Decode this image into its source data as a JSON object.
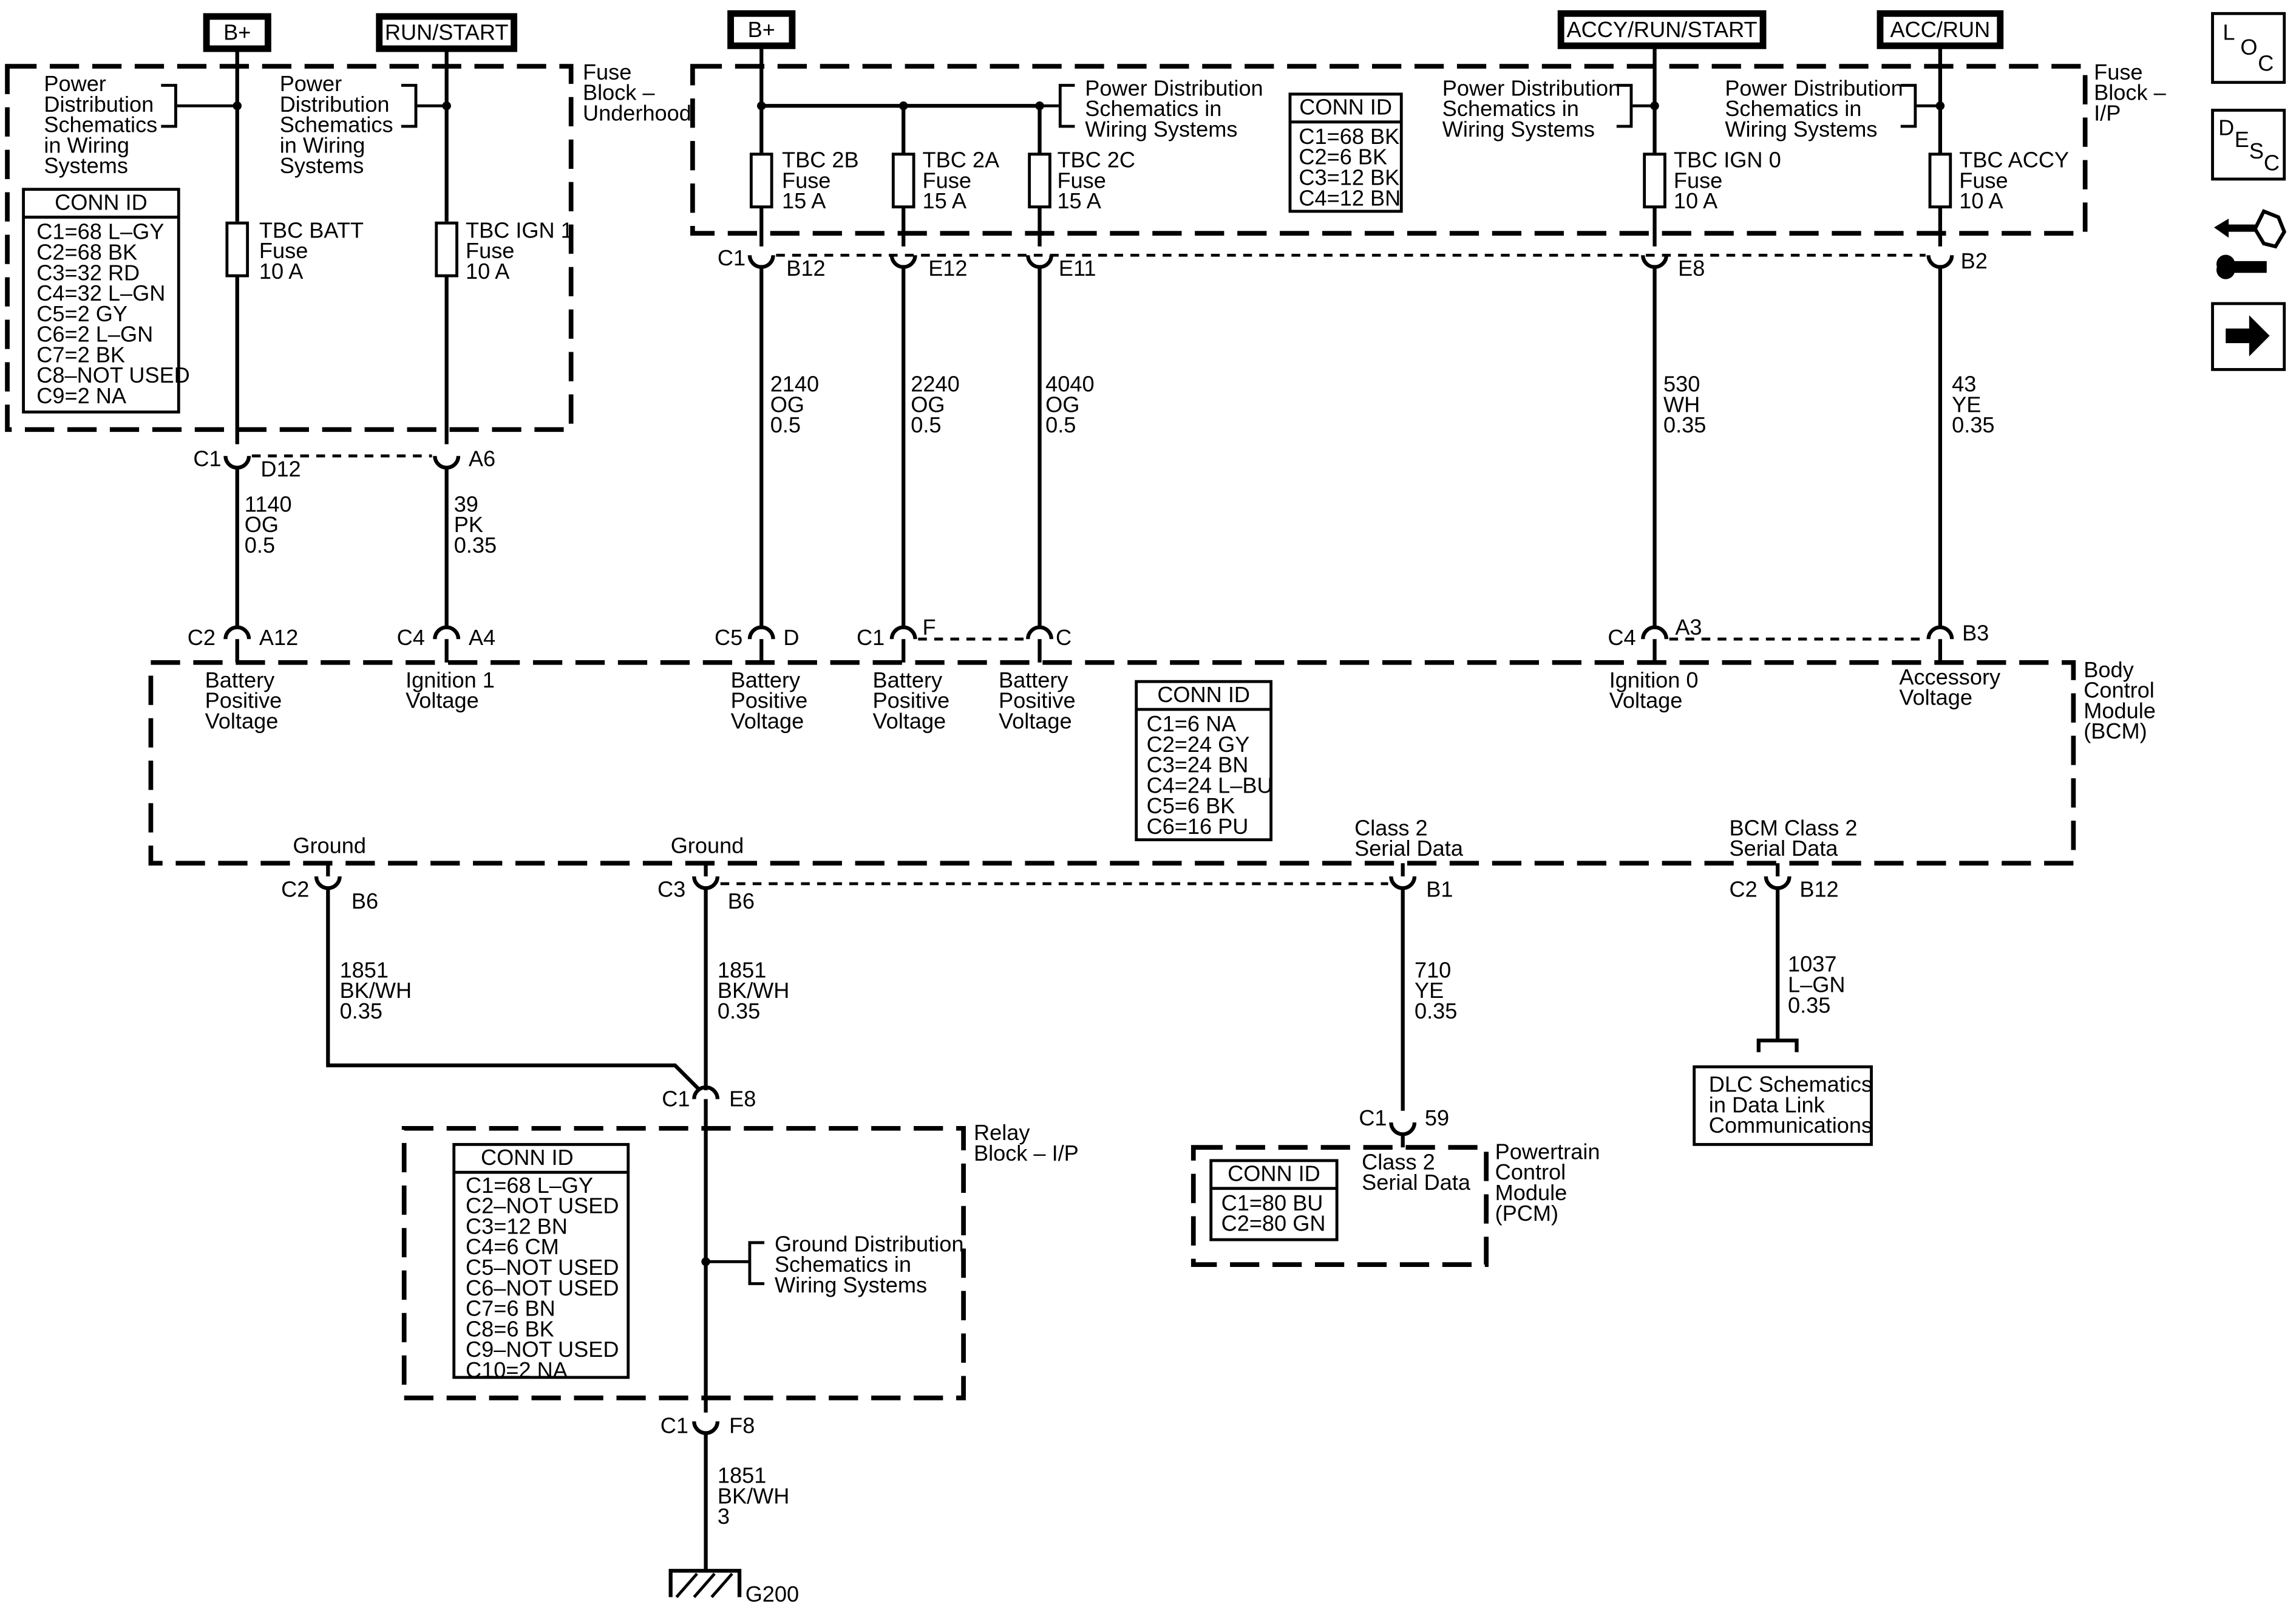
{
  "supply_tags": {
    "bplus_underhood": "B+",
    "run_start": "RUN/START",
    "bplus_ip": "B+",
    "accy_run_start": "ACCY/RUN/START",
    "acc_run": "ACC/RUN"
  },
  "fuse_block_underhood": {
    "label": [
      "Fuse",
      "Block –",
      "Underhood"
    ],
    "pds_left": [
      "Power",
      "Distribution",
      "Schematics",
      "in Wiring",
      "Systems"
    ],
    "pds_right": [
      "Power",
      "Distribution",
      "Schematics",
      "in Wiring",
      "Systems"
    ],
    "fuse_batt": [
      "TBC BATT",
      "Fuse",
      "10 A"
    ],
    "fuse_ign1": [
      "TBC IGN 1",
      "Fuse",
      "10 A"
    ],
    "conn_title": "CONN ID",
    "conn": [
      "C1=68 L–GY",
      "C2=68 BK",
      "C3=32 RD",
      "C4=32 L–GN",
      "C5=2 GY",
      "C6=2 L–GN",
      "C7=2 BK",
      "C8–NOT USED",
      "C9=2 NA"
    ]
  },
  "fuse_block_ip": {
    "label": [
      "Fuse",
      "Block –",
      "I/P"
    ],
    "pds_a": [
      "Power Distribution",
      "Schematics in",
      "Wiring Systems"
    ],
    "pds_b": [
      "Power Distribution",
      "Schematics in",
      "Wiring Systems"
    ],
    "pds_c": [
      "Power Distribution",
      "Schematics in",
      "Wiring Systems"
    ],
    "fuse_2b": [
      "TBC 2B",
      "Fuse",
      "15 A"
    ],
    "fuse_2a": [
      "TBC 2A",
      "Fuse",
      "15 A"
    ],
    "fuse_2c": [
      "TBC 2C",
      "Fuse",
      "15 A"
    ],
    "fuse_ign0": [
      "TBC IGN 0",
      "Fuse",
      "10 A"
    ],
    "fuse_accy": [
      "TBC ACCY",
      "Fuse",
      "10 A"
    ],
    "conn_title": "CONN ID",
    "conn": [
      "C1=68 BK",
      "C2=6 BK",
      "C3=12 BK",
      "C4=12 BN"
    ]
  },
  "connectors": {
    "fbu_c1": "C1",
    "fbu_d12": "D12",
    "fbu_a6": "A6",
    "fbi_c1": "C1",
    "fbi_b12": "B12",
    "fbi_e12": "E12",
    "fbi_e11": "E11",
    "fbi_e8": "E8",
    "fbi_b2": "B2",
    "bcm_c2a": "C2",
    "bcm_a12": "A12",
    "bcm_c4a": "C4",
    "bcm_a4": "A4",
    "bcm_c5": "C5",
    "bcm_d": "D",
    "bcm_c1": "C1",
    "bcm_f": "F",
    "bcm_c": "C",
    "bcm_c4b": "C4",
    "bcm_a3": "A3",
    "bcm_b3": "B3",
    "bcm_c2b": "C2",
    "bcm_b6a": "B6",
    "bcm_c3": "C3",
    "bcm_b6b": "B6",
    "bcm_b1": "B1",
    "bcm_c2c": "C2",
    "bcm_b12": "B12",
    "relay_c1a": "C1",
    "relay_e8": "E8",
    "relay_c1b": "C1",
    "relay_f8": "F8",
    "pcm_c1": "C1",
    "pcm_59": "59"
  },
  "wires": {
    "w1140": [
      "1140",
      "OG",
      "0.5"
    ],
    "w39": [
      "39",
      "PK",
      "0.35"
    ],
    "w2140": [
      "2140",
      "OG",
      "0.5"
    ],
    "w2240": [
      "2240",
      "OG",
      "0.5"
    ],
    "w4040": [
      "4040",
      "OG",
      "0.5"
    ],
    "w530": [
      "530",
      "WH",
      "0.35"
    ],
    "w43": [
      "43",
      "YE",
      "0.35"
    ],
    "w1851a": [
      "1851",
      "BK/WH",
      "0.35"
    ],
    "w1851b": [
      "1851",
      "BK/WH",
      "0.35"
    ],
    "w710": [
      "710",
      "YE",
      "0.35"
    ],
    "w1037": [
      "1037",
      "L–GN",
      "0.35"
    ],
    "w1851c": [
      "1851",
      "BK/WH",
      "3"
    ]
  },
  "bcm": {
    "label": [
      "Body",
      "Control",
      "Module",
      "(BCM)"
    ],
    "pin_a12": [
      "Battery",
      "Positive",
      "Voltage"
    ],
    "pin_a4": [
      "Ignition 1",
      "Voltage"
    ],
    "pin_d": [
      "Battery",
      "Positive",
      "Voltage"
    ],
    "pin_f": [
      "Battery",
      "Positive",
      "Voltage"
    ],
    "pin_c": [
      "Battery",
      "Positive",
      "Voltage"
    ],
    "pin_a3": [
      "Ignition 0",
      "Voltage"
    ],
    "pin_b3": [
      "Accessory",
      "Voltage"
    ],
    "ground_a": "Ground",
    "ground_b": "Ground",
    "class2": [
      "Class 2",
      "Serial Data"
    ],
    "bcm_class2": [
      "BCM Class 2",
      "Serial Data"
    ],
    "conn_title": "CONN ID",
    "conn": [
      "C1=6 NA",
      "C2=24 GY",
      "C3=24 BN",
      "C4=24 L–BU",
      "C5=6 BK",
      "C6=16 PU"
    ]
  },
  "relay_block": {
    "label": [
      "Relay",
      "Block – I/P"
    ],
    "gds": [
      "Ground Distribution",
      "Schematics in",
      "Wiring Systems"
    ],
    "conn_title": "CONN ID",
    "conn": [
      "C1=68 L–GY",
      "C2–NOT USED",
      "C3=12 BN",
      "C4=6 CM",
      "C5–NOT USED",
      "C6–NOT USED",
      "C7=6 BN",
      "C8=6 BK",
      "C9–NOT USED",
      "C10=2 NA"
    ]
  },
  "pcm": {
    "label": [
      "Powertrain",
      "Control",
      "Module",
      "(PCM)"
    ],
    "pin": [
      "Class 2",
      "Serial Data"
    ],
    "conn_title": "CONN ID",
    "conn": [
      "C1=80 BU",
      "C2=80 GN"
    ]
  },
  "dlc": [
    "DLC Schematics",
    "in Data Link",
    "Communications"
  ],
  "ground_label": "G200",
  "nav": {
    "loc": [
      "L",
      "O",
      "C"
    ],
    "desc": [
      "D",
      "E",
      "S",
      "C"
    ]
  }
}
